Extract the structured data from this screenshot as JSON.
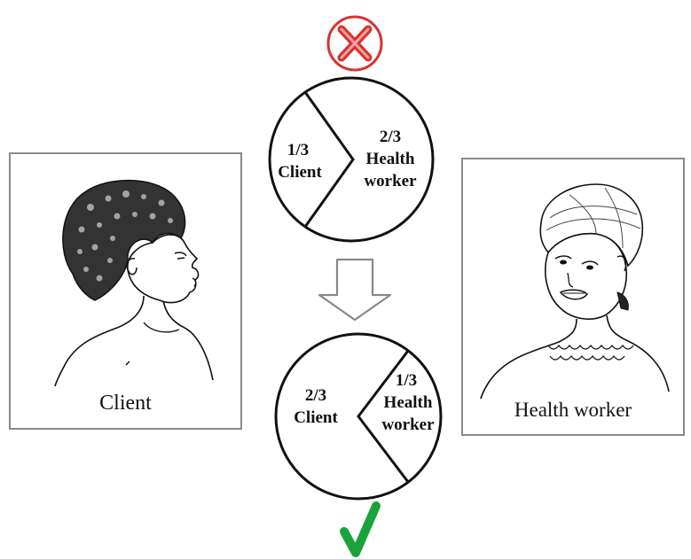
{
  "client_panel": {
    "caption": "Client"
  },
  "health_worker_panel": {
    "caption": "Health worker"
  },
  "top_pie": {
    "status_icon": "red-x-icon",
    "left_share": "1/3",
    "left_label": "Client",
    "right_share": "2/3",
    "right_label_line1": "Health",
    "right_label_line2": "worker"
  },
  "transition_icon": "down-arrow-icon",
  "bottom_pie": {
    "status_icon": "green-check-icon",
    "left_share": "2/3",
    "left_label": "Client",
    "right_share": "1/3",
    "right_label_line1": "Health",
    "right_label_line2": "worker"
  },
  "colors": {
    "wrong": "#d7322f",
    "right": "#1aa33c",
    "line": "#111111",
    "frame": "#8a8a8a"
  }
}
